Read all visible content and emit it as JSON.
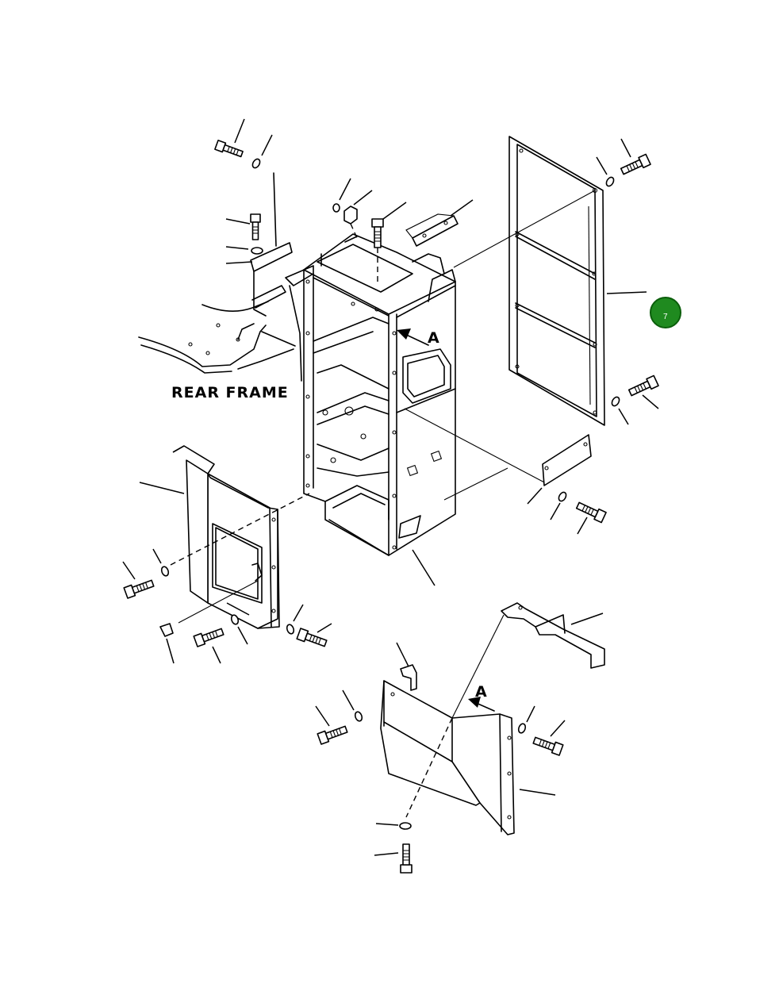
{
  "diagram": {
    "labels": {
      "rear_frame": "REAR FRAME",
      "view_a_top": "A",
      "view_a_bottom": "A"
    },
    "callout": {
      "number": "7",
      "color": "#1f8a1f",
      "border_color": "#0b5e0b"
    },
    "colors": {
      "line": "#000000",
      "background": "#ffffff"
    }
  }
}
